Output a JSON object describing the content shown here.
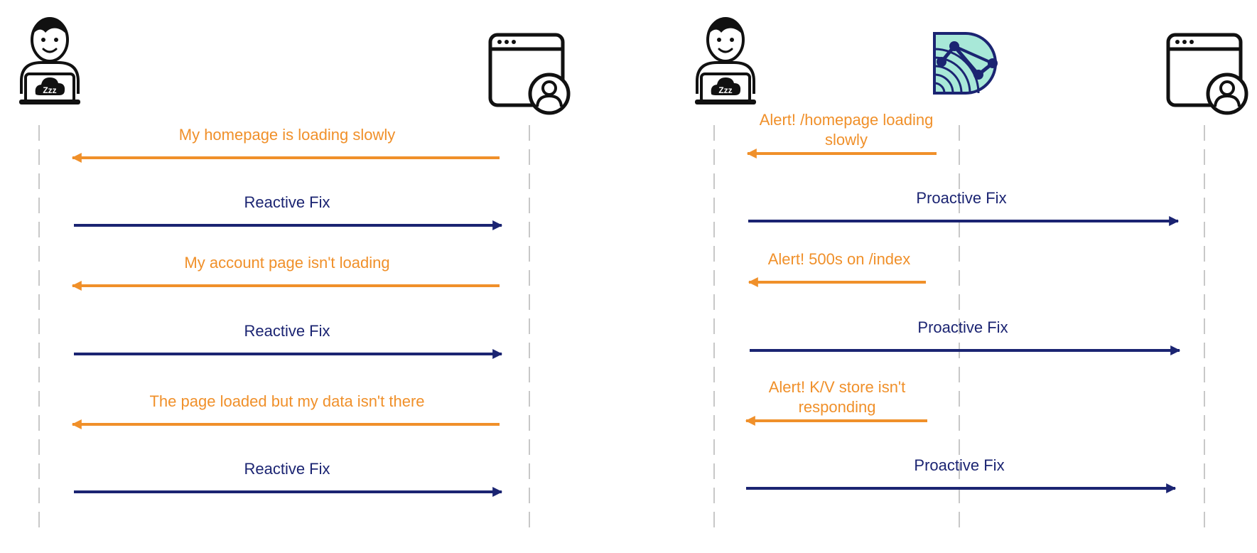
{
  "colors": {
    "alert": "#F0902A",
    "fix": "#1B2472",
    "lifeline": "#C8C8C8",
    "icon": "#111111",
    "logo_fill": "#A8E8D8",
    "logo_stroke": "#1B2472"
  },
  "left_panel": {
    "actors": [
      {
        "name": "user",
        "icon": "user-sleeping-laptop-icon",
        "badge": "Zzz"
      },
      {
        "name": "web-app",
        "icon": "browser-user-icon"
      }
    ],
    "messages": [
      {
        "text": "My homepage is loading slowly",
        "kind": "alert",
        "direction": "to-user"
      },
      {
        "text": "Reactive Fix",
        "kind": "fix",
        "direction": "to-app"
      },
      {
        "text": "My account page isn't loading",
        "kind": "alert",
        "direction": "to-user"
      },
      {
        "text": "Reactive Fix",
        "kind": "fix",
        "direction": "to-app"
      },
      {
        "text": "The page loaded but my data isn't there",
        "kind": "alert",
        "direction": "to-user"
      },
      {
        "text": "Reactive Fix",
        "kind": "fix",
        "direction": "to-app"
      }
    ]
  },
  "right_panel": {
    "actors": [
      {
        "name": "user",
        "icon": "user-sleeping-laptop-icon",
        "badge": "Zzz"
      },
      {
        "name": "monitor",
        "icon": "monitoring-logo-icon"
      },
      {
        "name": "web-app",
        "icon": "browser-user-icon"
      }
    ],
    "messages": [
      {
        "text": "Alert! /homepage loading slowly",
        "kind": "alert",
        "direction": "monitor-to-user"
      },
      {
        "text": "Proactive Fix",
        "kind": "fix",
        "direction": "to-app"
      },
      {
        "text": "Alert! 500s on /index",
        "kind": "alert",
        "direction": "monitor-to-user"
      },
      {
        "text": "Proactive Fix",
        "kind": "fix",
        "direction": "to-app"
      },
      {
        "text": "Alert! K/V store isn't responding",
        "kind": "alert",
        "direction": "monitor-to-user"
      },
      {
        "text": "Proactive Fix",
        "kind": "fix",
        "direction": "to-app"
      }
    ]
  }
}
